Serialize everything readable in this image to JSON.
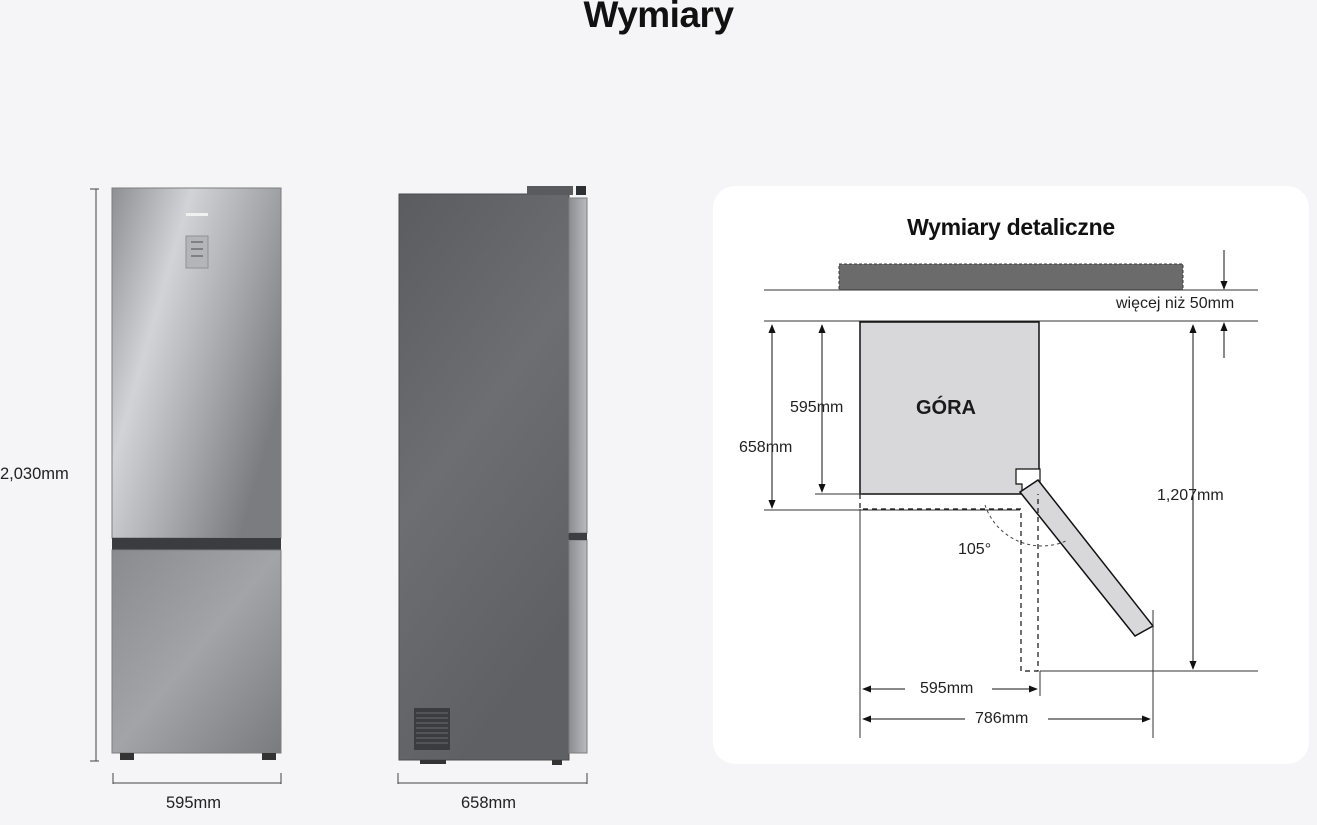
{
  "title": "Wymiary",
  "front_view": {
    "height_label": "2,030mm",
    "width_label": "595mm"
  },
  "side_view": {
    "depth_label": "658mm"
  },
  "detail_panel": {
    "title": "Wymiary detaliczne",
    "top_label": "GÓRA",
    "clearance_label": "więcej niż 50mm",
    "depth_body_label": "595mm",
    "depth_total_label": "658mm",
    "door_angle_label": "105°",
    "open_depth_label": "1,207mm",
    "width_label": "595mm",
    "open_width_label": "786mm"
  },
  "colors": {
    "background": "#f5f4f6",
    "panel": "#ffffff",
    "steel_light": "#c9cacd",
    "steel_dark": "#5a5b5f",
    "top_box_fill": "#d8d8da",
    "wall_fill": "#6b6b6b"
  }
}
